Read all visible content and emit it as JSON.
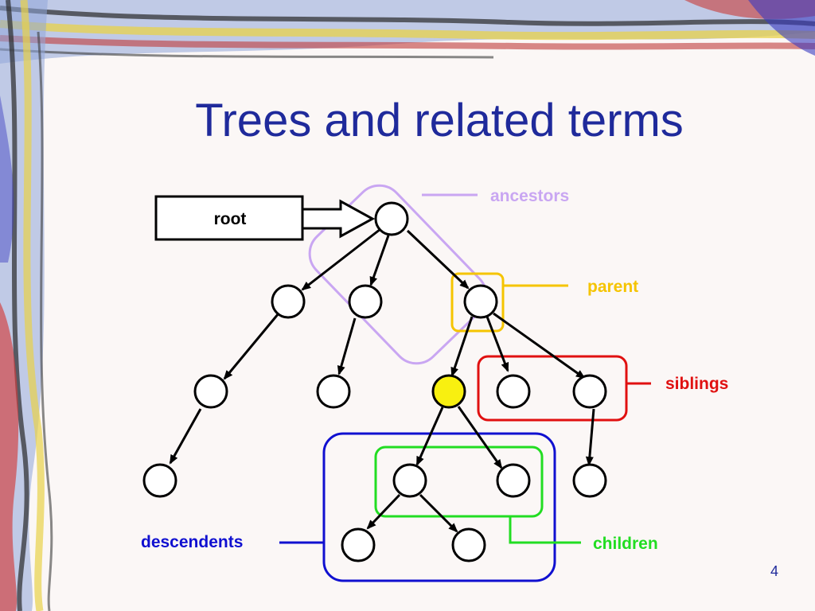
{
  "slide": {
    "title": "Trees and related terms",
    "page_number": "4"
  },
  "labels": {
    "root": "root",
    "ancestors": "ancestors",
    "parent": "parent",
    "siblings": "siblings",
    "descendents": "descendents",
    "children": "children"
  },
  "colors": {
    "title": "#1f2a9b",
    "ancestors": "#c9a6f2",
    "parent": "#f5c400",
    "siblings": "#e01010",
    "descendents": "#1010d0",
    "children": "#22dd22",
    "highlighted_node": "#f8f010"
  }
}
